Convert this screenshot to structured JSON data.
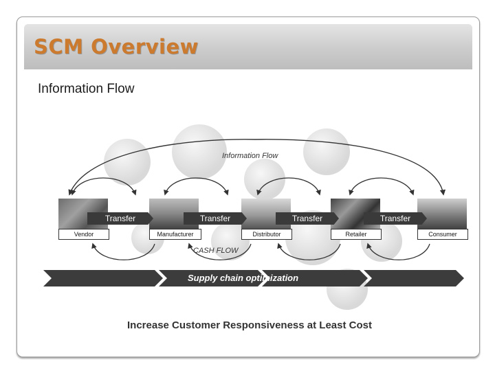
{
  "slide": {
    "title": "SCM Overview",
    "subtitle": "Information Flow"
  },
  "diagram": {
    "information_flow_label": "Information Flow",
    "cash_flow_label": "CASH FLOW",
    "transfer_label": "Transfer",
    "nodes": [
      "Vendor",
      "Manufacturer",
      "Distributor",
      "Retailer",
      "Consumer"
    ],
    "optimization_label": "Supply chain optimization",
    "bottom_statement": "Increase Customer Responsiveness at Least Cost"
  }
}
